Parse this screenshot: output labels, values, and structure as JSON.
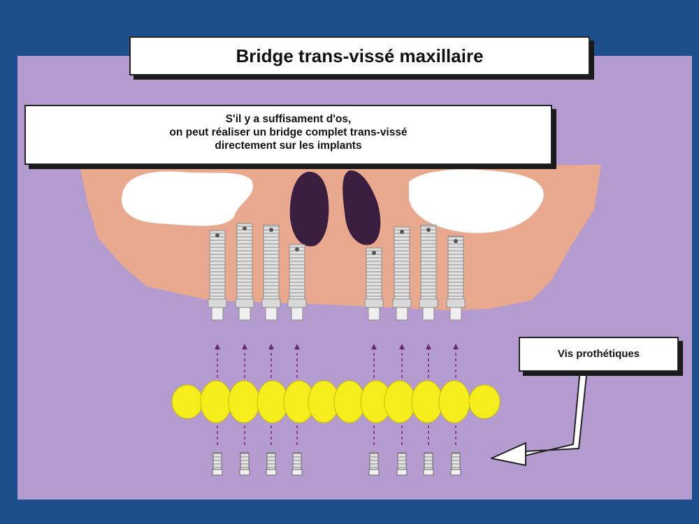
{
  "title": "Bridge trans-vissé maxillaire",
  "intro_lines": [
    "S'il y a suffisament d'os,",
    "on peut réaliser un bridge complet trans-vissé",
    "directement sur les implants"
  ],
  "screws_label": "Vis prothétiques",
  "colors": {
    "frame": "#1d4f8c",
    "background": "#b49cd0",
    "bone": "#e8a98e",
    "sinus": "#ffffff",
    "nasal_cavity": "#3a1e3f",
    "teeth": "#f6ee1c",
    "implant": "#d9d9d9"
  },
  "implants_per_side": 4,
  "teeth_count": 12,
  "prosthetic_screws_count": 8
}
